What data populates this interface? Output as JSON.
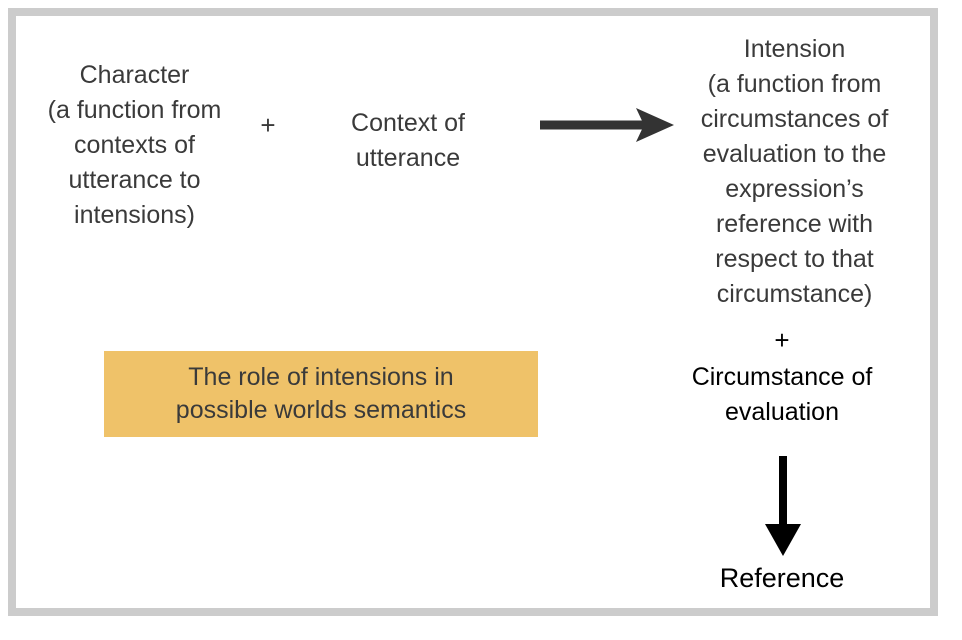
{
  "diagram": {
    "title": "The role of intensions in possible worlds semantics",
    "frame_color": "#cccccc",
    "background": "#ffffff",
    "text_color": "#3a3a3a",
    "emphasis_text_color": "#000000",
    "caption_bg_color": "#efc269",
    "arrow_color_horizontal": "#333333",
    "arrow_color_vertical": "#000000",
    "nodes": {
      "character": "Character\n(a function from\ncontexts of\nutterance to\nintensions)",
      "plus_left": "+",
      "context": "Context of\nutterance",
      "intension": "Intension\n(a function from\ncircumstances of\nevaluation to the\nexpression’s\nreference with\nrespect to that\ncircumstance)",
      "plus_right": "+",
      "circumstance": "Circumstance of\nevaluation",
      "reference": "Reference"
    },
    "caption": "The role of intensions in\npossible worlds semantics",
    "arrows": {
      "horizontal_label": "character plus context yields intension",
      "vertical_label": "intension plus circumstance yields reference"
    }
  }
}
